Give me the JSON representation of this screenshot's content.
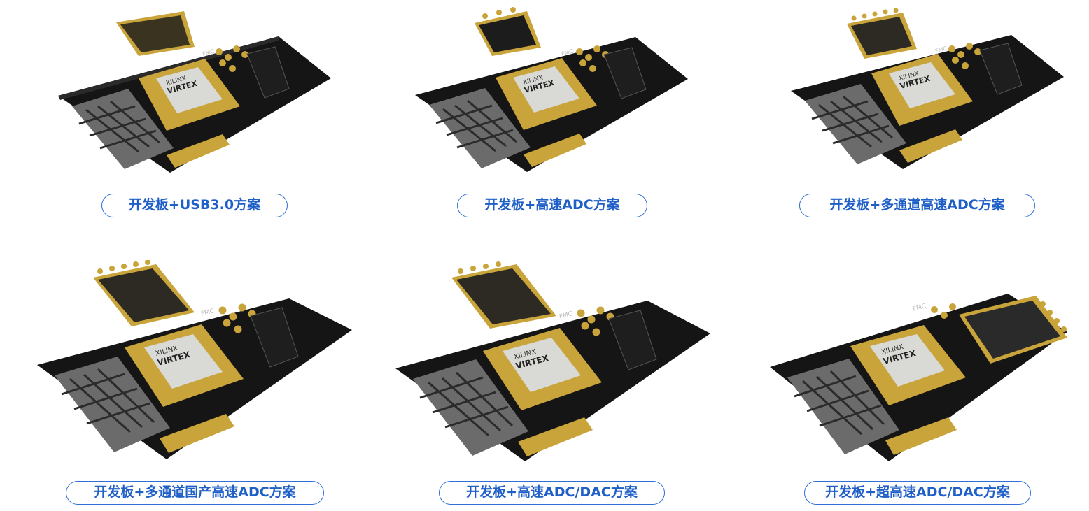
{
  "colors": {
    "label_border": "#2f6fd6",
    "label_text": "#1f5fc8",
    "pcb": "#141414",
    "gold": "#c9a43a",
    "chip": "#d9d9d6"
  },
  "chip_text": {
    "brand": "XILINX",
    "family": "VIRTEX"
  },
  "fmc_marking": "FMC",
  "solutions": [
    {
      "label": "开发板+USB3.0方案",
      "daughter": "usb"
    },
    {
      "label": "开发板+高速ADC方案",
      "daughter": "adc"
    },
    {
      "label": "开发板+多通道高速ADC方案",
      "daughter": "adc-multi"
    },
    {
      "label": "开发板+多通道国产高速ADC方案",
      "daughter": "adc-multi"
    },
    {
      "label": "开发板+高速ADC/DAC方案",
      "daughter": "adc-dac"
    },
    {
      "label": "开发板+超高速ADC/DAC方案",
      "daughter": "fast-adc-dac"
    }
  ]
}
